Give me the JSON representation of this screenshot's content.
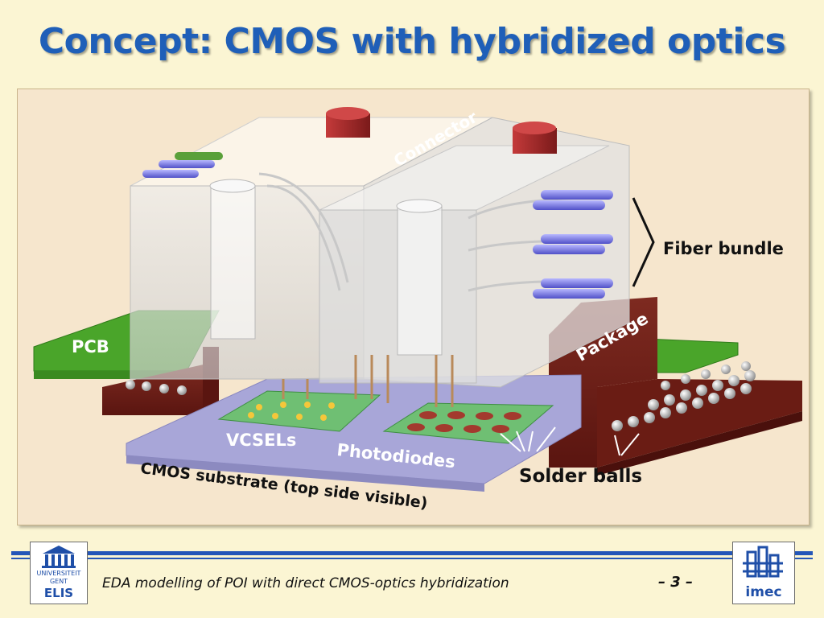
{
  "slide": {
    "title": "Concept: CMOS with hybridized optics"
  },
  "diagram": {
    "labels": {
      "connector": "Connector",
      "fiber_bundle": "Fiber bundle",
      "pcb": "PCB",
      "package": "Package",
      "vcsels": "VCSELs",
      "photodiodes": "Photodiodes",
      "cmos_substrate": "CMOS substrate (top side visible)",
      "solder_balls": "Solder balls"
    },
    "colors": {
      "title": "#1f5fb8",
      "pcb": "#4aa52a",
      "package": "#6e1e16",
      "substrate": "#a8a6d8",
      "connector_block": "#dcdcdc",
      "fiber": "#6c6ce0",
      "footer_bar": "#2456b8"
    }
  },
  "footer": {
    "left_logo": {
      "line1": "UNIVERSITEIT",
      "line2": "GENT",
      "line3": "ELIS",
      "icon": "building-columns-icon"
    },
    "caption": "EDA modelling of POI with direct CMOS-optics hybridization",
    "page": "– 3 –",
    "right_logo": {
      "text": "imec",
      "icon": "imec-castle-icon"
    }
  }
}
